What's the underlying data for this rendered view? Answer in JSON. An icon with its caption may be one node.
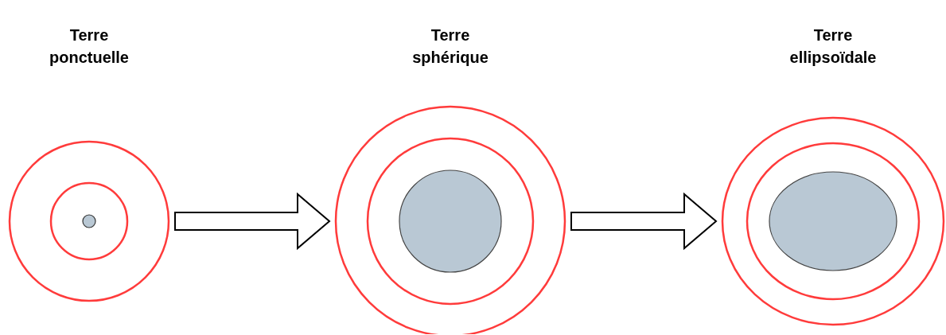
{
  "diagram": {
    "nodes": [
      {
        "text": [
          "Terre ponctuelle"
        ]
      },
      {
        "text": [
          "Terre sphérique"
        ]
      },
      {
        "text": [
          "Terre ellipsoïdale"
        ]
      }
    ],
    "edges": [
      {
        "from": 0,
        "to": 1,
        "arrow": "to"
      },
      {
        "from": 1,
        "to": 2,
        "arrow": "to"
      }
    ]
  }
}
